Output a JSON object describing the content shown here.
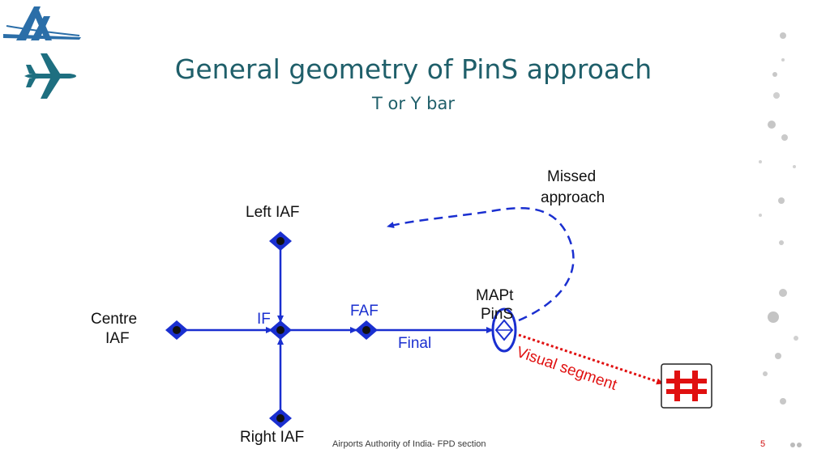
{
  "slide": {
    "title": "General geometry of PinS approach",
    "subtitle": "T or Y bar",
    "footer": "Airports Authority of India- FPD section",
    "page_number": "5"
  },
  "diagram": {
    "left_iaf": "Left IAF",
    "right_iaf": "Right IAF",
    "centre_iaf_line1": "Centre",
    "centre_iaf_line2": "IAF",
    "if_label": "IF",
    "faf_label": "FAF",
    "final_label": "Final",
    "mapt_label": "MAPt",
    "pins_label": "PinS",
    "missed_line1": "Missed",
    "missed_line2": "approach",
    "visual_segment": "Visual segment"
  },
  "colors": {
    "title": "#1f5f6a",
    "route": "#1a2fd0",
    "visual_segment": "#e01010",
    "heliport": "#e01010",
    "dots": "#c8c8c8"
  },
  "icons": [
    "aai-logo-icon",
    "airplane-icon",
    "heliport-icon"
  ]
}
